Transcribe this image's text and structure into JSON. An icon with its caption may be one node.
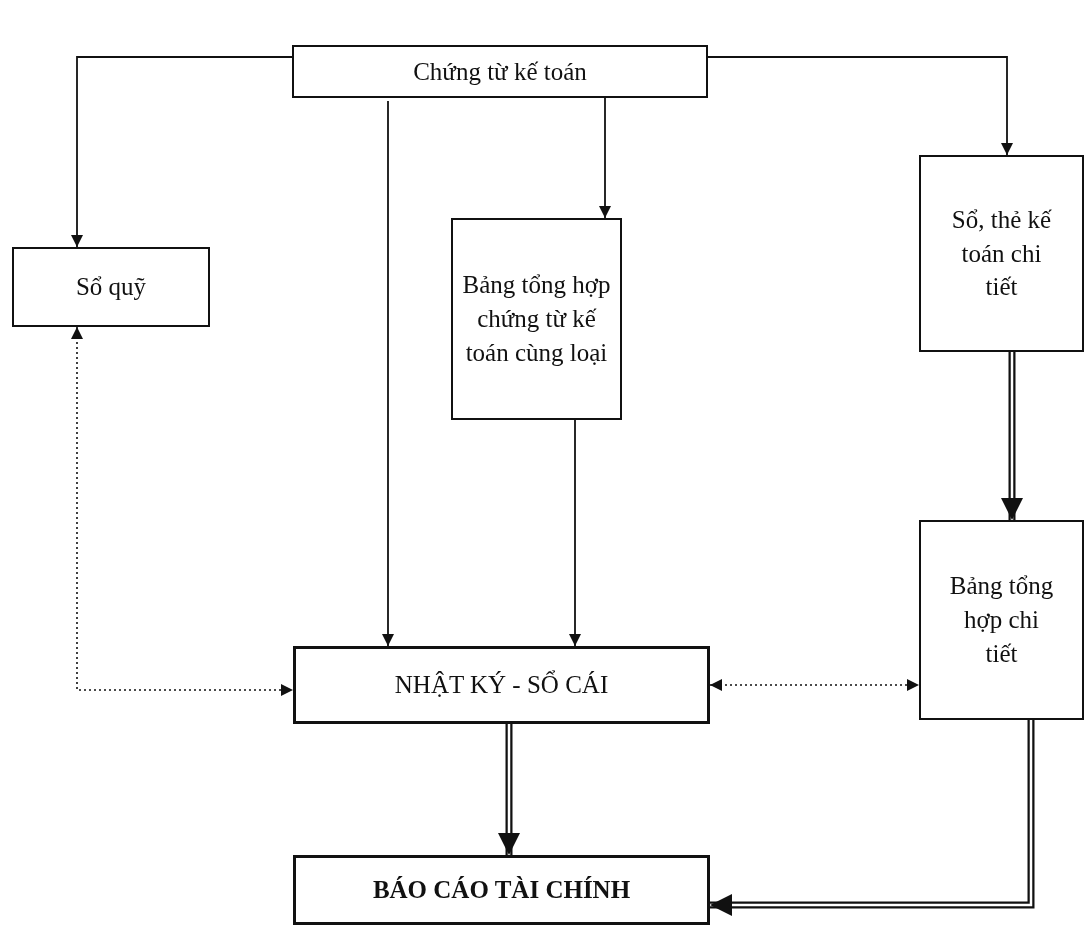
{
  "diagram": {
    "nodes": [
      {
        "text": [
          "Chứng từ kế toán"
        ]
      },
      {
        "text": [
          "Sổ quỹ"
        ]
      },
      {
        "text": [
          "Bảng tổng hợp chứng từ kế toán cùng loại"
        ]
      },
      {
        "text": [
          "Sổ, thẻ kế toán chi tiết"
        ]
      },
      {
        "text": [
          "Bảng tổng hợp chi tiết"
        ]
      },
      {
        "text": [
          "NHẬT KÝ - SỔ CÁI"
        ]
      },
      {
        "text": [
          "BÁO CÁO TÀI CHÍNH"
        ]
      }
    ],
    "edges": [
      {
        "from": 0,
        "to": 1,
        "arrow": "to"
      },
      {
        "from": 0,
        "to": 5,
        "arrow": "to"
      },
      {
        "from": 0,
        "to": 2,
        "arrow": "to"
      },
      {
        "from": 0,
        "to": 3,
        "arrow": "to"
      },
      {
        "from": 1,
        "to": 5,
        "arrow": "both",
        "style": "dashed"
      },
      {
        "from": 2,
        "to": 5,
        "arrow": "to"
      },
      {
        "from": 3,
        "to": 4,
        "arrow": "to",
        "style": "thick"
      },
      {
        "from": 5,
        "to": 4,
        "arrow": "both",
        "style": "dashed"
      },
      {
        "from": 5,
        "to": 6,
        "arrow": "to",
        "style": "thick"
      },
      {
        "from": 4,
        "to": 6,
        "arrow": "to",
        "style": "thick"
      }
    ]
  }
}
